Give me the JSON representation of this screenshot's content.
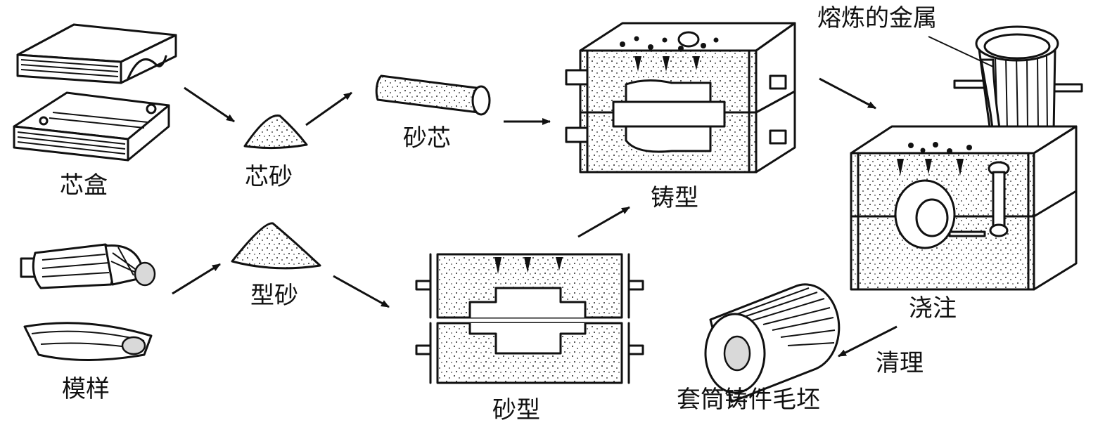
{
  "labels": {
    "core_box": "芯盒",
    "core_sand": "芯砂",
    "sand_core": "砂芯",
    "pattern": "模样",
    "molding_sand": "型砂",
    "sand_mold": "砂型",
    "casting_mold": "铸型",
    "molten_metal": "熔炼的金属",
    "pouring": "浇注",
    "cleaning": "清理",
    "sleeve_blank": "套筒铸件毛坯"
  },
  "colors": {
    "line": "#111111",
    "background": "#ffffff"
  }
}
